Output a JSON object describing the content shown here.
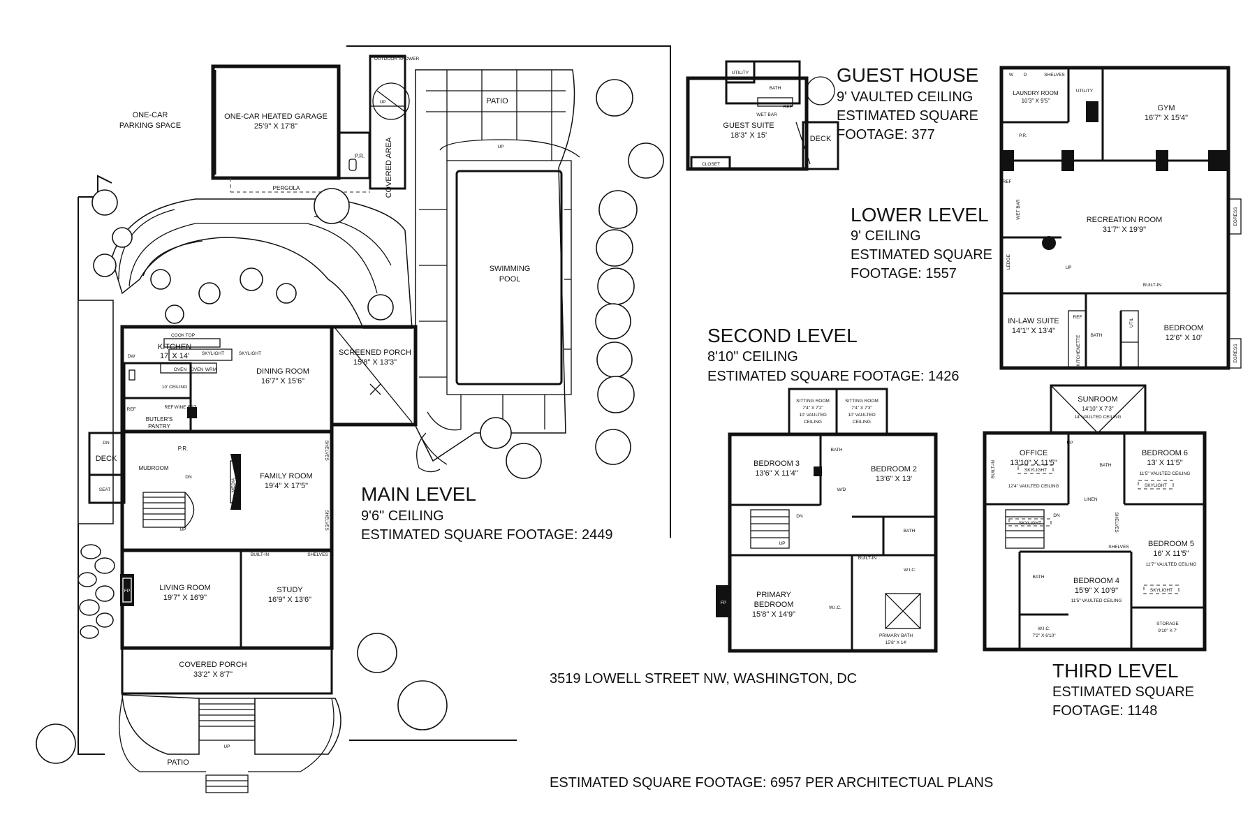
{
  "address": "3519 LOWELL STREET NW, WASHINGTON, DC",
  "total_footage": "ESTIMATED SQUARE FOOTAGE: 6957 PER ARCHITECTUAL PLANS",
  "levels": {
    "guest_house": {
      "title": "GUEST HOUSE",
      "ceiling": "9' VAULTED CEILING",
      "footage_line1": "ESTIMATED SQUARE",
      "footage_line2": "FOOTAGE: 377"
    },
    "lower": {
      "title": "LOWER LEVEL",
      "ceiling": "9' CEILING",
      "footage_line1": "ESTIMATED SQUARE",
      "footage_line2": "FOOTAGE: 1557"
    },
    "second": {
      "title": "SECOND LEVEL",
      "ceiling": "8'10\" CEILING",
      "footage": "ESTIMATED SQUARE FOOTAGE: 1426"
    },
    "main": {
      "title": "MAIN LEVEL",
      "ceiling": "9'6\" CEILING",
      "footage": "ESTIMATED SQUARE FOOTAGE: 2449"
    },
    "third": {
      "title": "THIRD LEVEL",
      "footage_line1": "ESTIMATED SQUARE",
      "footage_line2": "FOOTAGE: 1148"
    }
  },
  "main_rooms": {
    "parking": {
      "l1": "ONE-CAR",
      "l2": "PARKING SPACE"
    },
    "garage": {
      "name": "ONE-CAR HEATED GARAGE",
      "dims": "25'9\" X 17'8\""
    },
    "outdoor_shower": "OUTDOOR SHOWER",
    "patio_top": "PATIO",
    "covered_area": "COVERED AREA",
    "pergola": "PERGOLA",
    "pr_garage": "P.R.",
    "pool": {
      "l1": "SWIMMING",
      "l2": "POOL"
    },
    "kitchen": {
      "name": "KITCHEN",
      "dims": "17' X 14'",
      "ceiling": "10' CEILING"
    },
    "cook_top": "COOK TOP",
    "skylight_a": "SKYLIGHT",
    "skylight_b": "SKYLIGHT",
    "oven_a": "OVEN",
    "oven_b": "OVEN",
    "warm": "WRM",
    "dw": "DW",
    "ref": "REF",
    "frz": "FRZ",
    "wine": "WINE",
    "butlers": {
      "l1": "BUTLER'S",
      "l2": "PANTRY"
    },
    "ref_b": "REF",
    "pr_main": "P.R.",
    "dining": {
      "name": "DINING ROOM",
      "dims": "16'7\" X 15'6\""
    },
    "screened": {
      "name": "SCREENED PORCH",
      "dims": "15'8\" X 13'3\""
    },
    "family": {
      "name": "FAMILY ROOM",
      "dims": "19'4\" X 17'5\""
    },
    "media": "MEDIA",
    "shelves_a": "SHELVES",
    "shelves_b": "SHELVES",
    "deck": "DECK",
    "dn_deck": "DN",
    "mudroom": "MUDROOM",
    "seat": "SEAT",
    "dn_stair": "DN",
    "up_stair": "UP",
    "built_in": "BUILT-IN",
    "shelves_c": "SHELVES",
    "living": {
      "name": "LIVING ROOM",
      "dims": "19'7\" X 16'9\""
    },
    "fp": "FP",
    "study": {
      "name": "STUDY",
      "dims": "16'9\" X 13'6\""
    },
    "covered_porch": {
      "name": "COVERED PORCH",
      "dims": "33'2\" X 8'7\""
    },
    "patio_bottom": "PATIO",
    "up_porch": "UP",
    "up_patio": "UP",
    "up_shower": "UP"
  },
  "guest_rooms": {
    "utility": "UTILITY",
    "bath": "BATH",
    "wet_bar": "WET BAR",
    "ref": "REF",
    "suite": {
      "name": "GUEST SUITE",
      "dims": "18'3\" X 15'"
    },
    "deck": "DECK",
    "closet": "CLOSET"
  },
  "lower_rooms": {
    "laundry": {
      "name": "LAUNDRY ROOM",
      "dims": "10'3\" X 9'5\""
    },
    "shelves": "SHELVES",
    "w": "W",
    "d": "D",
    "utility": "UTILITY",
    "gym": {
      "name": "GYM",
      "dims": "16'7\" X 15'4\""
    },
    "pr": "P.R.",
    "ref": "REF",
    "wet_bar": "WET BAR",
    "recreation": {
      "name": "RECREATION ROOM",
      "dims": "31'7\" X 19'9\""
    },
    "egress_a": "EGRESS",
    "ledge": "LEDGE",
    "up": "UP",
    "built_in": "BUILT-IN",
    "inlaw": {
      "name": "IN-LAW SUITE",
      "dims": "14'1\" X 13'4\""
    },
    "ref_b": "REF",
    "kitchenette": "KITCHENETTE",
    "bath": "BATH",
    "util": "UTIL",
    "bedroom": {
      "name": "BEDROOM",
      "dims": "12'6\" X 10'"
    },
    "egress_b": "EGRESS"
  },
  "second_rooms": {
    "sitting_a": {
      "name": "SITTING ROOM",
      "dims": "7'4\" X 7'2\"",
      "c1": "10' VAULTED",
      "c2": "CEILING"
    },
    "sitting_b": {
      "name": "SITTING ROOM",
      "dims": "7'4\" X 7'3\"",
      "c1": "10' VAULTED",
      "c2": "CEILING"
    },
    "bath_a": "BATH",
    "bedroom3": {
      "name": "BEDROOM 3",
      "dims": "13'6\" X 11'4\""
    },
    "bedroom2": {
      "name": "BEDROOM 2",
      "dims": "13'6\" X 13'"
    },
    "wd": "W/D",
    "dn": "DN",
    "up": "UP",
    "bath_b": "BATH",
    "built_in": "BUILT-IN",
    "wic_a": "W.I.C.",
    "fp": "FP",
    "primary": {
      "l1": "PRIMARY",
      "l2": "BEDROOM",
      "dims": "15'8\" X 14'9\""
    },
    "wic_b": "W.I.C.",
    "primary_bath": {
      "name": "PRIMARY BATH",
      "dims": "15'8\" X 14'"
    }
  },
  "third_rooms": {
    "sunroom": {
      "name": "SUNROOM",
      "dims": "14'10\" X 7'3\"",
      "ceiling": "14' VAULTED CEILING"
    },
    "up": "UP",
    "office": {
      "name": "OFFICE",
      "dims": "13'10\" X 11'5\"",
      "ceiling": "12'4\" VAULTED CEILING"
    },
    "skylight_a": "SKYLIGHT",
    "built_in": "BUILT-IN",
    "bath_a": "BATH",
    "bedroom6": {
      "name": "BEDROOM 6",
      "dims": "13' X 11'5\"",
      "ceiling": "11'5\" VAULTED CEILING"
    },
    "skylight_b": "SKYLIGHT",
    "linen": "LINEN",
    "dn": "DN",
    "skylight_c": "SKYLIGHT",
    "shelves_a": "SHELVES",
    "shelves_b": "SHELVES",
    "bedroom5": {
      "name": "BEDROOM 5",
      "dims": "16' X 11'5\"",
      "ceiling": "11'7\" VAULTED CEILING"
    },
    "bath_b": "BATH",
    "bedroom4": {
      "name": "BEDROOM 4",
      "dims": "15'9\" X 10'9\"",
      "ceiling": "11'5\" VAULTED CEILING"
    },
    "skylight_d": "SKYLIGHT",
    "wic": {
      "name": "W.I.C.",
      "dims": "7'2\" X 6'10\""
    },
    "storage": {
      "name": "STORAGE",
      "dims": "9'10\" X 7'"
    }
  }
}
